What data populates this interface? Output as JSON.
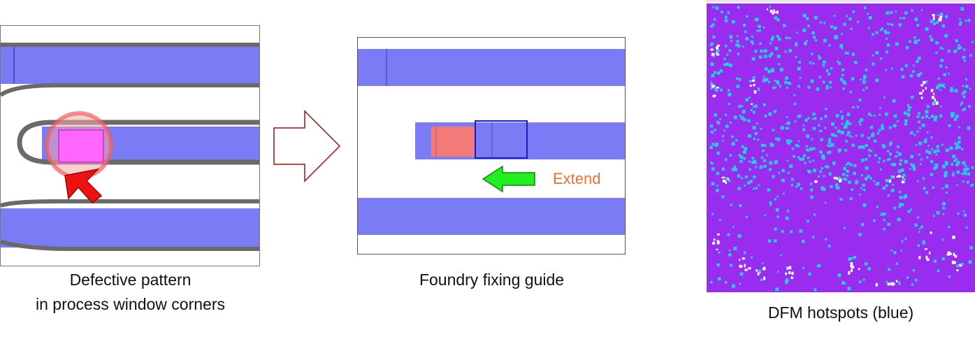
{
  "panels": {
    "defect": {
      "caption_line1": "Defective pattern",
      "caption_line2": "in process window corners"
    },
    "fix": {
      "caption": "Foundry fixing guide",
      "extend_label": "Extend"
    },
    "hotspots": {
      "caption": "DFM hotspots (blue)"
    }
  },
  "colors": {
    "metal_blue": "#7b7bf6",
    "contour_gray": "#6a6a6a",
    "defect_magenta": "#ff66ff",
    "defect_ring": "#f06060",
    "fix_red": "#f47a7a",
    "fix_box": "#1a1ad6",
    "arrow_green": "#22ee22",
    "extend_orange": "#f07030",
    "hotspot_bg": "#9a2cf0",
    "hotspot_dot": "#22cfe0"
  },
  "icons": {
    "defect_pointer": "red-arrow-icon",
    "transition": "right-arrow-outline-icon",
    "extend_pointer": "green-left-arrow-icon"
  }
}
